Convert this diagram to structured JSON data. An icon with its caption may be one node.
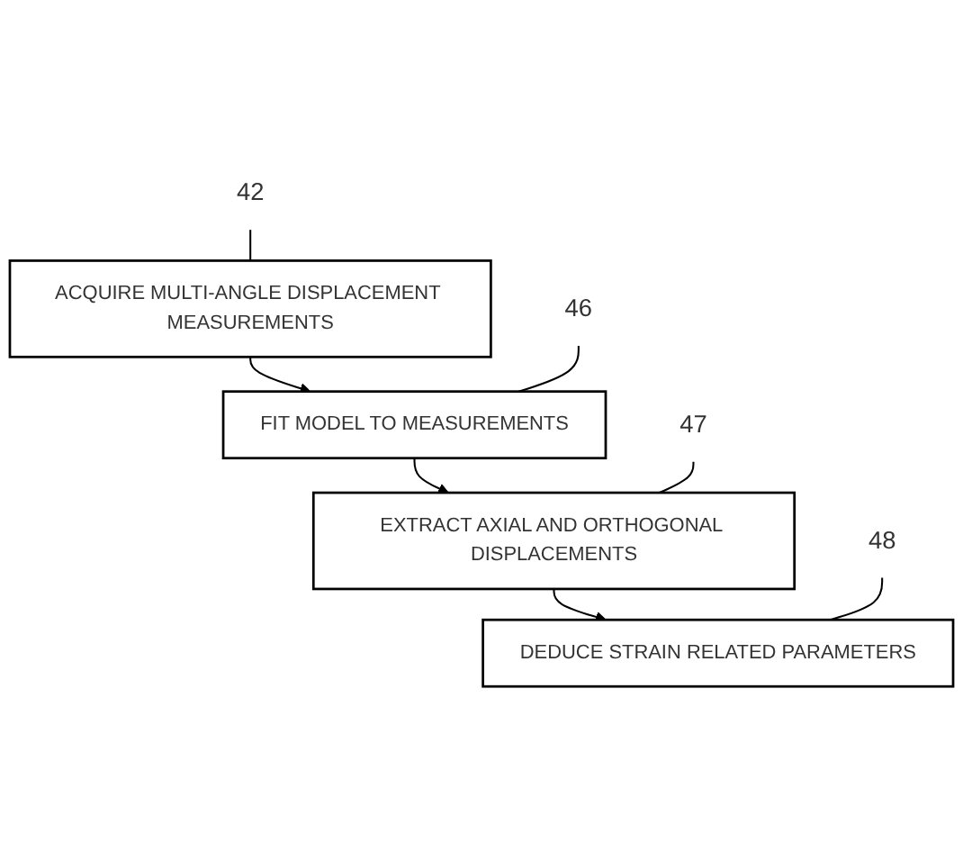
{
  "diagram": {
    "nodes": [
      {
        "text": [
          "42"
        ]
      },
      {
        "text": [
          "ACQUIRE MULTI-ANGLE DISPLACEMENT MEASUREMENTS"
        ]
      },
      {
        "text": [
          "46"
        ]
      },
      {
        "text": [
          "FIT MODEL TO MEASUREMENTS"
        ]
      },
      {
        "text": [
          "47"
        ]
      },
      {
        "text": [
          "EXTRACT AXIAL AND ORTHOGONAL DISPLACEMENTS"
        ]
      },
      {
        "text": [
          "48"
        ]
      },
      {
        "text": [
          "DEDUCE STRAIN RELATED PARAMETERS"
        ]
      }
    ],
    "edges": [
      {
        "from": 0,
        "to": 1,
        "arrow": "none"
      },
      {
        "from": 1,
        "to": 3,
        "arrow": "to"
      },
      {
        "from": 2,
        "to": 3,
        "arrow": "none"
      },
      {
        "from": 3,
        "to": 5,
        "arrow": "to"
      },
      {
        "from": 4,
        "to": 5,
        "arrow": "none"
      },
      {
        "from": 5,
        "to": 7,
        "arrow": "to"
      },
      {
        "from": 6,
        "to": 7,
        "arrow": "none"
      }
    ]
  }
}
